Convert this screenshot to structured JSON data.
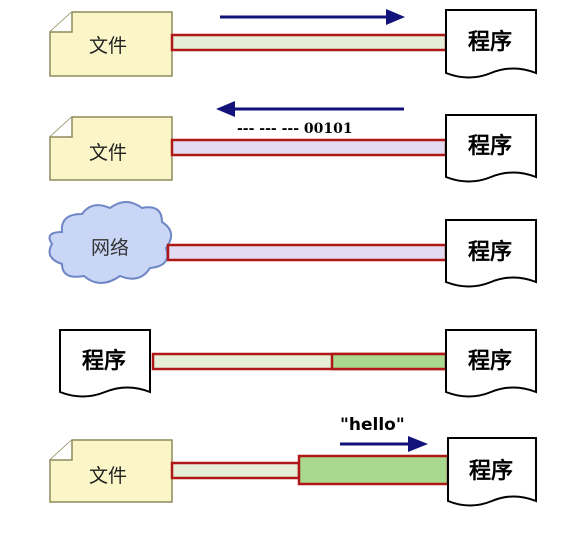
{
  "rows": [
    {
      "source_label": "文件",
      "target_label": "程序",
      "arrow_caption": ""
    },
    {
      "source_label": "文件",
      "target_label": "程序",
      "arrow_caption": "--- --- --- 00101"
    },
    {
      "source_label": "网络",
      "target_label": "程序",
      "arrow_caption": ""
    },
    {
      "source_label": "程序",
      "target_label": "程序",
      "arrow_caption": ""
    },
    {
      "source_label": "文件",
      "target_label": "程序",
      "arrow_caption": "\"hello\""
    }
  ],
  "colors": {
    "file_fill": "#fbf6c8",
    "file_stroke": "#8e8a5c",
    "cloud_fill": "#c9d6f5",
    "cloud_stroke": "#6f86c6",
    "pipe_border": "#b01818",
    "pipe_light_green": "#e5efd8",
    "pipe_lavender": "#e2dcf2",
    "pipe_green": "#a8d98e",
    "arrow": "#12127a",
    "doc_stroke": "#000000"
  }
}
